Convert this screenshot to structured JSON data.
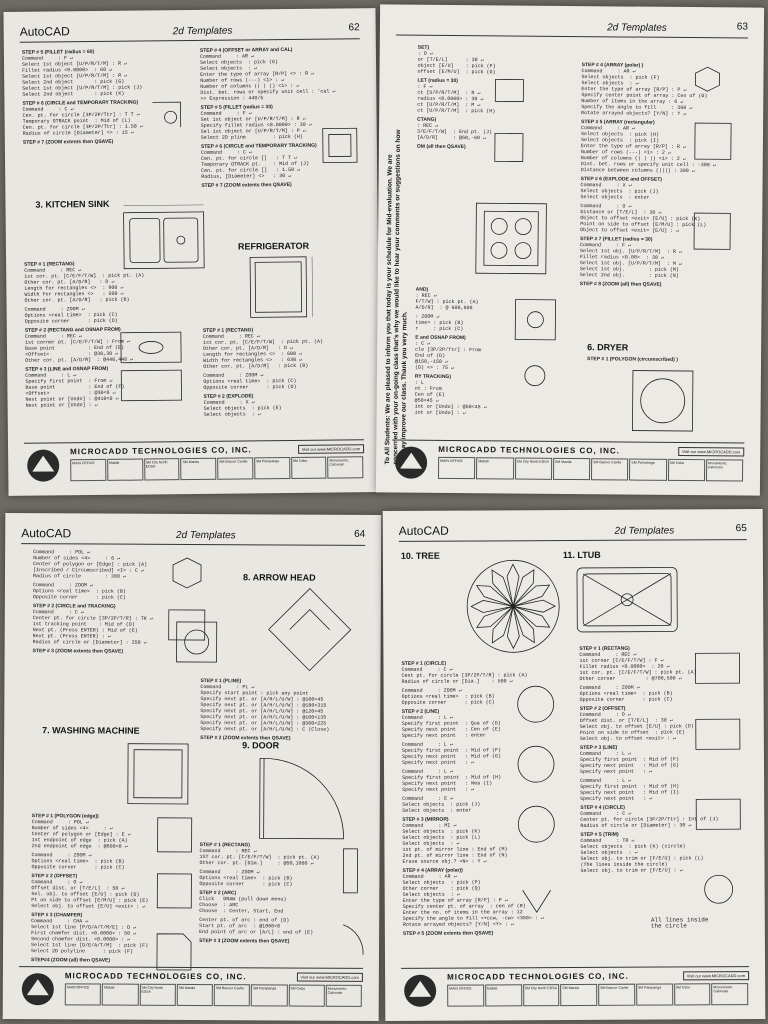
{
  "app_name": "AutoCAD",
  "section": "2d Templates",
  "page_numbers": [
    "62",
    "63",
    "64",
    "65"
  ],
  "company": "MICROCADD TECHNOLOGIES CO, INC.",
  "footer_labels": {
    "main_office": "MAIN OFFICE",
    "branches": "BRANCHES"
  },
  "footer_branches": [
    "Makati",
    "SM City North EDSA",
    "SM Manila",
    "SM Bacoor Cavite",
    "SM Pampanga",
    "SM Cebu",
    "Monumento, Caloocan"
  ],
  "footer_web": "Visit our www.MICROCADD.com",
  "vertical_note": "To All Students: We are pleased to inform you that today is your schedule for Mid-evaluation. We are concerned with your on-going class that's why we would like to hear your comments or suggestions on how we may improve our class. Thank you very much.",
  "p62": {
    "blocks": [
      {
        "head": "STEP # 5 (FILLET (radius = 60)",
        "lines": [
          "Command     : F ↵",
          "Select 1st object [U/P/R/T/M] : R ↵",
          "Fillet radius <0.0000>  : 60 ↵",
          "Select 1st object [U/P/R/T/M] : R ↵",
          "Select 2nd object       : pick (G)",
          "Select 1st object [U/P/R/T/M] : pick (J)",
          "Select 2nd object       : pick (K)"
        ]
      },
      {
        "head": "STEP # 6 (CIRCLE and TEMPORARY TRACKING)",
        "lines": [
          "Command     : C ↵",
          "Cen. pt. for circle [3P/2P/Ttr] : T T ↵",
          "Temporary OTRACK point  : Mid of (L)",
          "Cen. pt. for circle [3P/2P/Ttr] : 1.50 ↵",
          "Radius of circle [Diameter] <> : 15 ↵"
        ]
      },
      {
        "head": "STEP # 7 (ZOOM extents then QSAVE)",
        "lines": []
      }
    ],
    "blocks_right": [
      {
        "head": "STEP # 4 (OFFSET or ARRAY and CAL)",
        "lines": [
          "Command     : AR ↵",
          "Select objects  : pick (G)",
          "Select objects  : ↵",
          "Enter the type of array [R/P] <> : R ↵",
          "Number of rows (---) <1> : ↵",
          "Number of columns (| | |) <1> : ↵",
          "Dist. bet. rows or specify unit cell : 'cal ↵",
          ">> Expression : 440/5"
        ]
      },
      {
        "head": "STEP # 5 (FILLET (radius = 30)",
        "lines": [
          "Command     : F ↵",
          "Set 1st object or [U/P/R/T/M] : R ↵",
          "Specify fillet radius <0.0000> : 30 ↵",
          "Sel 1st object or [U/P/R/T/M] : P ↵",
          "Select 2D pline         : pick (H)"
        ]
      },
      {
        "head": "STEP # 6 (CIRCLE and TEMPORARY TRACKING)",
        "lines": [
          "Command     : C ↵",
          "Cen. pt. for circle []   : T T ↵",
          "Temporary OTRACK pt.    : Mid of (J)",
          "Cen. pt. for circle []   : 1.50 ↵",
          "Radius, [Diameter] <>   : 30 ↵"
        ]
      },
      {
        "head": "STEP # 7 (ZOOM extents then QSAVE)",
        "lines": []
      }
    ],
    "kitchen_title": "3. KITCHEN SINK",
    "refrigerator_title": "REFRIGERATOR",
    "blocks_bottom": [
      {
        "head": "STEP # 1 (RECTANG)",
        "lines": [
          "Command     : REC ↵",
          "1st cor. pt. [C/E/F/T/W]  : pick pt. (A)",
          "Other cor. pt. [A/D/R]   : D ↵",
          "Length for rectangles <>  : 900 ↵",
          "Width for rectangles <>   : 500 ↵",
          "Other cor. pt. [A/D/R]   : pick (B)"
        ]
      },
      {
        "head": "",
        "lines": [
          "Command     : ZOOM ↵",
          "Options <real time>  : pick (C)",
          "Opposite corner      : pick (D)"
        ]
      },
      {
        "head": "STEP # 2 (RECTANG and OSNAP FROM)",
        "lines": [
          "Command     : REC ↵",
          "1st corner pt. [C/E/F/T/W] : From ↵",
          "Base point           : End of (E)",
          "<Offset>             : @30,30 ↵",
          "Other cor. pt. [A/D/R]  : @440,440 ↵"
        ]
      },
      {
        "head": "STEP # 3 (LINE and OSNAP FROM)",
        "lines": [
          "Command     : L ↵",
          "Specify first point  : From ↵",
          "Base point           : End of (F)",
          "<Offset>             : @30<0 ↵",
          "Next point or [Undo] : @410<0 ↵",
          "Next point or [Undo] : ↵"
        ]
      }
    ],
    "blocks_bottom_right": [
      {
        "head": "STEP # 1 (RECTANG)",
        "lines": [
          "Command     : REC ↵",
          "1st cor. pt. [C/E/F/T/W]  : pick pt. (A)",
          "Other cor. pt. [A/D/R]   : D ↵",
          "Length for rectangles <>  : 600 ↵",
          "Width for rectangles <>   : 630 ↵",
          "Other cor. pt. [A/D/R]   : pick (B)"
        ]
      },
      {
        "head": "",
        "lines": [
          "Command     : ZOOM ↵",
          "Options <real time>  : pick (C)",
          "Opposite corner      : pick (D)"
        ]
      },
      {
        "head": "STEP # 2 (EXPLODE)",
        "lines": [
          "Command     : X ↵",
          "Select objects  : pick (E)",
          "Select objects  : ↵"
        ]
      }
    ]
  },
  "p63": {
    "blocks_left": [
      {
        "head": "SET)",
        "lines": [
          ": O ↵",
          "or [T/E/L]      : 30 ↵",
          "object [E/U]    : pick (F)",
          "offset [E/M/U]  : pick (G)"
        ]
      },
      {
        "head": "LET (radius = 30)",
        "lines": [
          ": F ↵",
          "ct [U/P/R/T/M]  : R ↵",
          "radius <0.0000> : 30 ↵",
          "ct [U/P/R/T/M]  : M ↵",
          "ct [U/P/R/T/M]  : pick (H)"
        ]
      },
      {
        "head": "CTANG)",
        "lines": [
          ": REC ↵",
          "3/E/F/T/W]  : End pt. (J)",
          "[A/D/R]     : @60,-60 ↵"
        ]
      },
      {
        "head": "OM (all then QSAVE)",
        "lines": []
      }
    ],
    "blocks_right": [
      {
        "head": "STEP # 4 (ARRAY (polar) )",
        "lines": [
          "Command     : AR ↵",
          "Select objects  : pick (F)",
          "Select objects  : ↵",
          "Enter the type of array [R/P] : P ↵",
          "Specify center point of array : Cen of (G)",
          "Number of items in the array : 6 ↵",
          "Specify the angle to fill     : 360 ↵",
          "Rotate arrayed objects? [Y/N] : Y ↵"
        ]
      },
      {
        "head": "STEP # 5 (ARRAY (rectangular)",
        "lines": [
          "Command     : AR ↵",
          "Select objects  : pick (H)",
          "Select objects  : pick (I)",
          "Enter the type of array [R/P] : R ↵",
          "Number of rows (---) <1> : 2 ↵",
          "Number of columns (| | |) <1> : 2 ↵",
          "Dist. bet. rows or specify unit cell : -300 ↵",
          "Distance between columns (|||) : 300 ↵"
        ]
      },
      {
        "head": "STEP # 6 (EXPLODE and OFFSET)",
        "lines": [
          "Command     : X ↵",
          "Select objects  : pick (J)",
          "Select objects  : enter"
        ]
      },
      {
        "head": "",
        "lines": [
          "Command     : O ↵",
          "Distance or [T/E/L]  : 30 ↵",
          "Object to offset <exit> [E/U] : pick (K)",
          "Point on side to offset [E/M/U] : pick (L)",
          "Object to offset <exit> [E/U] : ↵"
        ]
      },
      {
        "head": "STEP # 7 (FILLET (radius = 30)",
        "lines": [
          "Command     : F ↵",
          "Select 1st obj. [U/P/R/T/M]  : R ↵",
          "Fillet radius <0.00>  : 30 ↵",
          "Select 1st obj. [U/P/R/T/M]  : M ↵",
          "Select 1st obj.        : pick (M)",
          "Select 2nd obj.        : pick (N)"
        ]
      },
      {
        "head": "STEP # 8 (ZOOM (all) then QSAVE)",
        "lines": []
      }
    ],
    "dryer_title": "6. DRYER",
    "dryer_step": "STEP # 1 (POLYGON (circumscribed) )",
    "blocks_bottom_left": [
      {
        "head": "AND)",
        "lines": [
          ": REC ↵",
          "F/T/W] : pick pt. (A)",
          "A/D/R]  : @ 600,600"
        ]
      },
      {
        "head": "",
        "lines": [
          ": ZOOM ↵",
          "time> : pick (B)",
          "r     : pick (C)"
        ]
      },
      {
        "head": "E and OSNAP FROM)",
        "lines": [
          ": C ↵",
          "cle [3P/2P/Ttr] : From",
          "End of (D)",
          "@150,-150 ↵",
          "(D) <> : 75 ↵"
        ]
      },
      {
        "head": "RY TRACKING)",
        "lines": [
          ": L",
          "nt : From",
          "Cen of (E)",
          "@50<45 ↵",
          "int or [Undo] : @50<45 ↵",
          "int or [Undo] : ↵"
        ]
      }
    ]
  },
  "p64": {
    "blocks_top": [
      {
        "head": "",
        "lines": [
          "Command     : POL ↵",
          "Number of sides <4>     : 6 ↵",
          "Center of polygon or [Edge] : pick (A)",
          "[Inscribed / Circumscribed] <I> : C ↵",
          "Radius of circle        : 300 ↵"
        ]
      },
      {
        "head": "",
        "lines": [
          "Command     : ZOOM ↵",
          "Options <real time>  : pick (B)",
          "Opposite corner      : pick (C)"
        ]
      },
      {
        "head": "STEP # 2 (CIRCLE and TRACKING)",
        "lines": [
          "Command     : C ↵",
          "Center pt. for circle [3P/2P/T/R] : TK ↵",
          "1st tracking point    : Mid of (D)",
          "Next pt. (Press ENTER) : Mid of (E)",
          "Next pt. (Press ENTER) : ↵",
          "Radius of circle or [Diameter] : 250 ↵"
        ]
      },
      {
        "head": "STEP # 3 (ZOOM extents then QSAVE)",
        "lines": []
      }
    ],
    "arrow_title": "8. ARROW HEAD",
    "arrow_blocks": [
      {
        "head": "STEP # 1 (PLINE)",
        "lines": [
          "Command     : PL ↵",
          "Specify start point : pick any point",
          "Specify next pt. or [A/H/L/U/W] : @100<45",
          "Specify next pt. or [A/H/L/U/W] : @180<315",
          "Specify next pt. or [A/H/L/U/W] : @120<45",
          "Specify next pt. or [A/H/L/U/W] : @100<135",
          "Specify next pt. or [A/H/L/U/W] : @300<225",
          "Specify next pt. or [A/H/L/U/W] : C (Close)"
        ]
      },
      {
        "head": "STEP # 2 (ZOOM extents then QSAVE)",
        "lines": []
      }
    ],
    "washing_title": "7. WASHING MACHINE",
    "door_title": "9. DOOR",
    "washing_blocks": [
      {
        "head": "STEP # 1 (POLYGON (edge))",
        "lines": [
          "Command     : POL ↵",
          "Number of sides <4>     : ↵",
          "Center of polygon or [Edge] : E ↵",
          "1st endpoint of edge  : pick (A)",
          "2nd endpoint of edge  : @600<0 ↵"
        ]
      },
      {
        "head": "",
        "lines": [
          "Command     : ZOOM ↵",
          "Options <real time>  : pick (B)",
          "Opposite corner      : pick (C)"
        ]
      },
      {
        "head": "STEP # 2 (OFFSET)",
        "lines": [
          "Command     : O ↵",
          "Offset dist. or [T/E/L]  : 50 ↵",
          "Sel. obj. to offset [E/U] : pick (D)",
          "Pt on side to offset [E/M/U] : pick (E)",
          "Select obj. to offset [E/U] <exit> : ↵"
        ]
      },
      {
        "head": "STEP # 3 (CHAMFER)",
        "lines": [
          "Command     : CHA ↵",
          "Select 1st line [P/D/A/T/M/E] : D ↵",
          "First chamfer dist. <0.0000> : 50 ↵",
          "Second chamfer dist. <0.0000> : ↵",
          "Select 1st line [D/E/A/T/M]  : pick (F)",
          "Select 2D polyline      : pick (F)"
        ]
      },
      {
        "head": "STEP#4 (ZOOM (all) then QSAVE)",
        "lines": []
      }
    ],
    "door_blocks": [
      {
        "head": "STEP # 1 (RECTANG)",
        "lines": [
          "Command     : REC ↵",
          "1ST cor. pt. [C/E/F/T/W]  : pick pt. (A)",
          "Other cor. pt. [Dim.]     : @50,1000 ↵"
        ]
      },
      {
        "head": "",
        "lines": [
          "Command     : ZOOM ↵",
          "Options <real time>  : pick (B)",
          "Opposite corner      : pick (C)"
        ]
      },
      {
        "head": "STEP # 2 (ARC)",
        "lines": [
          "Click   DRAW (pull down menu)",
          "Choose  : ARC",
          "Choose  : Center, Start, End"
        ]
      },
      {
        "head": "",
        "lines": [
          "Center pt. of arc : end of (D)",
          "Start pt. of arc  : @1000<0",
          "End point of arc or [A/L] : end of (E)"
        ]
      },
      {
        "head": "STEP # 3 (ZOOM extents then QSAVE)",
        "lines": []
      }
    ]
  },
  "p65": {
    "tree_title": "10. TREE",
    "ltub_title": "11. LTUB",
    "tree_blocks": [
      {
        "head": "STEP # 1 (CIRCLE)",
        "lines": [
          "Command     : C ↵",
          "Cent pt. for circle [3P/2P/T/R] : pick (A)",
          "Radius of circle or [Dia.]    : 500 ↵"
        ]
      },
      {
        "head": "",
        "lines": [
          "Command     : ZOOM ↵",
          "Options <real time>  : pick (B)",
          "Opposite corner      : pick (C)"
        ]
      },
      {
        "head": "STEP # 2 (LINE)",
        "lines": [
          "Command     : L ↵",
          "Specify first point  : Qua of (D)",
          "Specify next point   : Cen of (E)",
          "Specify next point   : enter"
        ]
      },
      {
        "head": "",
        "lines": [
          "Command     : L ↵",
          "Specify first point  : Mid of (F)",
          "Specify next point   : Mid of (G)",
          "Specify next point   : ↵"
        ]
      },
      {
        "head": "",
        "lines": [
          "Command     : L ↵",
          "Specify first point  : Mid of (H)",
          "Specify next point   : Nea (I)",
          "Specify next point   : ↵"
        ]
      },
      {
        "head": "",
        "lines": [
          "Command     : E ↵",
          "Select objects  : pick (J)",
          "Select objects  : enter"
        ]
      },
      {
        "head": "STEP # 3 (MIRROR)",
        "lines": [
          "Command     : MI ↵",
          "Select objects  : pick (K)",
          "Select objects  : pick (L)",
          "Select objects  : ↵",
          "1st pt. of mirror line : End of (M)",
          "2nd pt. of mirror line : End of (N)",
          "Erase source obj.? <N> : Y ↵"
        ]
      },
      {
        "head": "STEP # 4 (ARRAY (polar))",
        "lines": [
          "Command     : AR ↵",
          "Select objects  : pick (P)",
          "Other corner    : pick (Q)",
          "Select objects  : ↵",
          "Enter the type of array [R/P] : P ↵",
          "Specify center pt. of array  : cen of (R)",
          "Enter the no. of items in the array : 12",
          "Specify the angle to fill <+ccw, -cw> <360> : ↵",
          "Rotate arrayed objects? [Y/N] <Y> : ↵"
        ]
      },
      {
        "head": "STEP # 5 (ZOOM extents then QSAVE)",
        "lines": []
      }
    ],
    "ltub_blocks": [
      {
        "head": "STEP # 1 (RECTANG)",
        "lines": [
          "Command     : REC ↵",
          "1st corner [C/E/F/T/W] : F ↵",
          "Fillet radius <0.0000>  : 20 ↵",
          "1st cor. pt. [C/E/F/T/W] : pick pt. (A)",
          "Other corner          : @700,500 ↵"
        ]
      },
      {
        "head": "",
        "lines": [
          "Command     : ZOOM ↵",
          "Options <real time>  : pick (B)",
          "Opposite corner      : pick (C)"
        ]
      },
      {
        "head": "STEP # 2 (OFFSET)",
        "lines": [
          "Command     : O ↵",
          "Offset dist. or [T/E/L]  : 30 ↵",
          "Select obj. to offset [E/U] : pick (D)",
          "Point on side to offset  : pick (E)",
          "Select obj. to offset <exit> : ↵"
        ]
      },
      {
        "head": "STEP # 3 (LINE)",
        "lines": [
          "Command     : L ↵",
          "Specify first point  : Mid of (F)",
          "Specify next point   : Mid of (G)",
          "Specify next point   : ↵"
        ]
      },
      {
        "head": "",
        "lines": [
          "Command     : L ↵",
          "Specify first point  : Mid of (H)",
          "Specify next point   : Mid of (I)",
          "Specify next point   : ↵"
        ]
      },
      {
        "head": "STEP # 4 (CIRCLE)",
        "lines": [
          "Command     : C ↵",
          "Center pt. for circle [3P/2P/Ttr] : Int of (J)",
          "Radius of circle or [Diameter] : 30 ↵"
        ]
      },
      {
        "head": "STEP # 5 (TRIM)",
        "lines": [
          "Command     : TR ↵",
          "Select objects  : pick (K) (circle)",
          "Select objects  : ↵",
          "Select obj. to trim or [F/E/U] : pick (L)",
          "(The lines inside the circle)",
          "Select obj. to trim or [F/E/U] : ↵"
        ]
      }
    ],
    "annotation": "All lines inside the circle"
  }
}
